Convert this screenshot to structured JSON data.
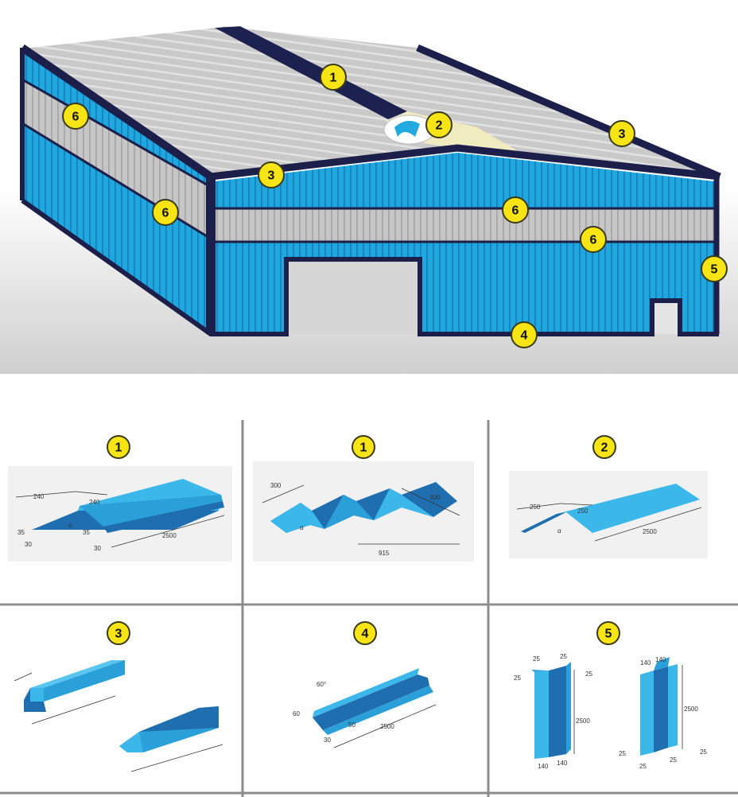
{
  "colors": {
    "steel_blue": "#22a9e0",
    "frame_navy": "#1b1f4a",
    "roof_grey": "#c8c8c8",
    "band_grey": "#c4c4c4",
    "badge_yellow": "#f7e415"
  },
  "building": {
    "callouts": {
      "ridge": "1",
      "skylight": "2",
      "eave_front": "3",
      "eave_right": "3",
      "side_band_upper": "6",
      "side_band_lower": "6",
      "front_band_upper": "6",
      "front_band_lower": "6",
      "base": "4",
      "corner": "5"
    }
  },
  "panels": [
    {
      "badge": "1",
      "dims": {
        "a": "240",
        "b": "240",
        "c": "35",
        "d": "30",
        "e": "35",
        "f": "30",
        "len": "2500",
        "angle": "α"
      }
    },
    {
      "badge": "1",
      "dims": {
        "a": "300",
        "b": "300",
        "w": "915",
        "angle": "α"
      }
    },
    {
      "badge": "2",
      "dims": {
        "a": "250",
        "b": "250",
        "len": "2500",
        "angle": "α"
      }
    },
    {
      "badge": "3",
      "dims": {}
    },
    {
      "badge": "4",
      "dims": {
        "angle": "60°",
        "h": "60",
        "w": "50",
        "f": "30",
        "len": "2500"
      }
    },
    {
      "badge": "5",
      "dims": {
        "a": "25",
        "b": "25",
        "c": "25",
        "d": "25",
        "h1": "2500",
        "w1": "140",
        "w2": "140",
        "e": "140",
        "f": "140",
        "h2": "2500",
        "g": "25",
        "h": "25",
        "i": "25",
        "j": "25"
      }
    }
  ]
}
